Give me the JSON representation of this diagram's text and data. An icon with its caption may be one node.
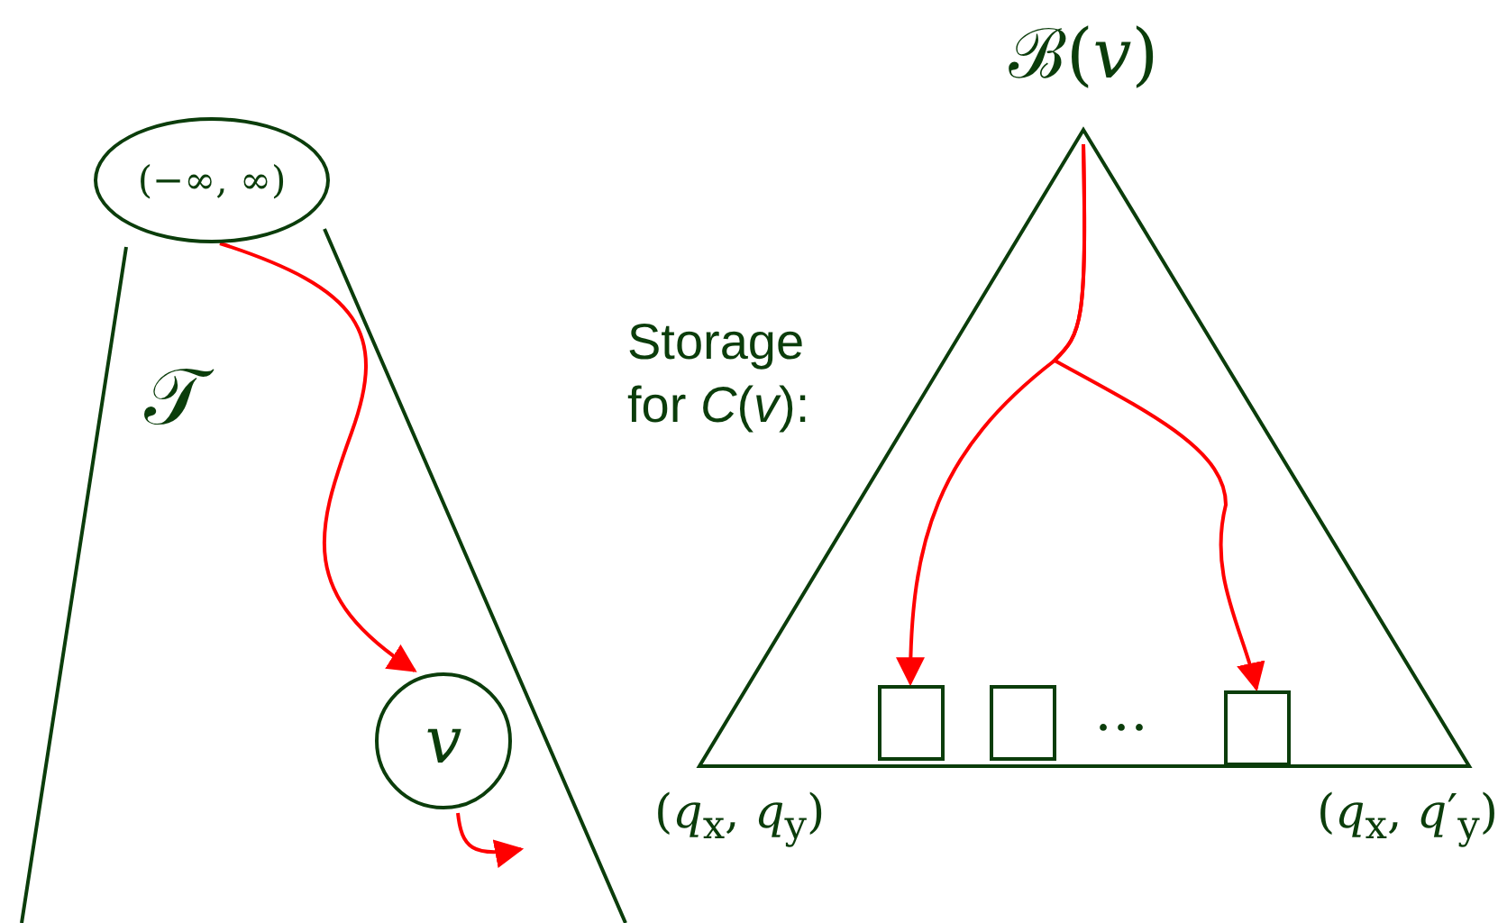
{
  "diagram": {
    "nodes": [
      {
        "text": [
          "𝒯"
        ]
      },
      {
        "text": [
          "(−∞, ∞)"
        ]
      },
      {
        "text": [
          "v"
        ],
        "in": 0
      },
      {
        "text": [
          "ℬ(*v*)"
        ],
        "beside": [
          "(*q*$_{x}$, *q*$_{y}$)",
          "(*q*$_{x}$, *q*′$_{y}$)"
        ]
      },
      {
        "text": [],
        "shape": "box",
        "in": 3
      },
      {
        "text": [],
        "shape": "box",
        "in": 3
      },
      {
        "text": [],
        "shape": "box",
        "in": 3
      }
    ],
    "edges": [
      {
        "from": 1,
        "to": 2,
        "arrow": "to"
      },
      {
        "from": 2,
        "to": null,
        "arrow": "to"
      },
      {
        "from": 3,
        "to": 4,
        "arrow": "to"
      },
      {
        "from": 3,
        "to": 6,
        "arrow": "to"
      }
    ],
    "labels": [
      "Storage for *C*(*v*):",
      "…"
    ]
  }
}
